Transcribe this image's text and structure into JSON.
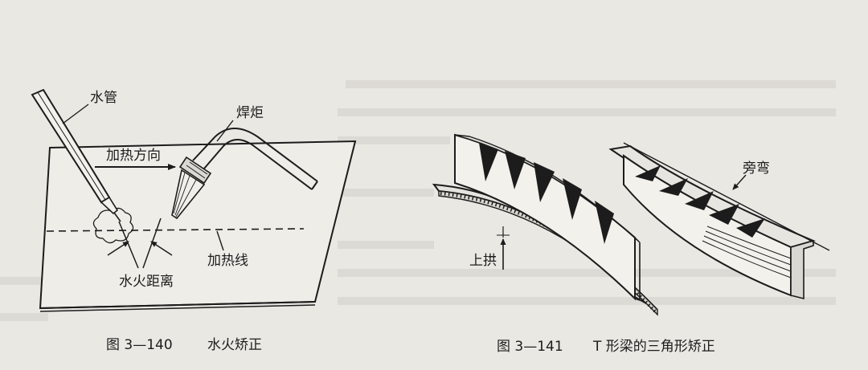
{
  "figure_left": {
    "labels": {
      "water_pipe": "水管",
      "torch": "焊炬",
      "heating_direction": "加热方向",
      "heating_line": "加热线",
      "water_fire_distance": "水火距离"
    },
    "caption": {
      "number": "图 3—140",
      "title": "水火矫正"
    }
  },
  "figure_right": {
    "labels": {
      "upward_camber": "上拱",
      "lateral_bend": "旁弯"
    },
    "caption": {
      "number": "图 3—141",
      "title": "T 形梁的三角形矫正"
    }
  }
}
